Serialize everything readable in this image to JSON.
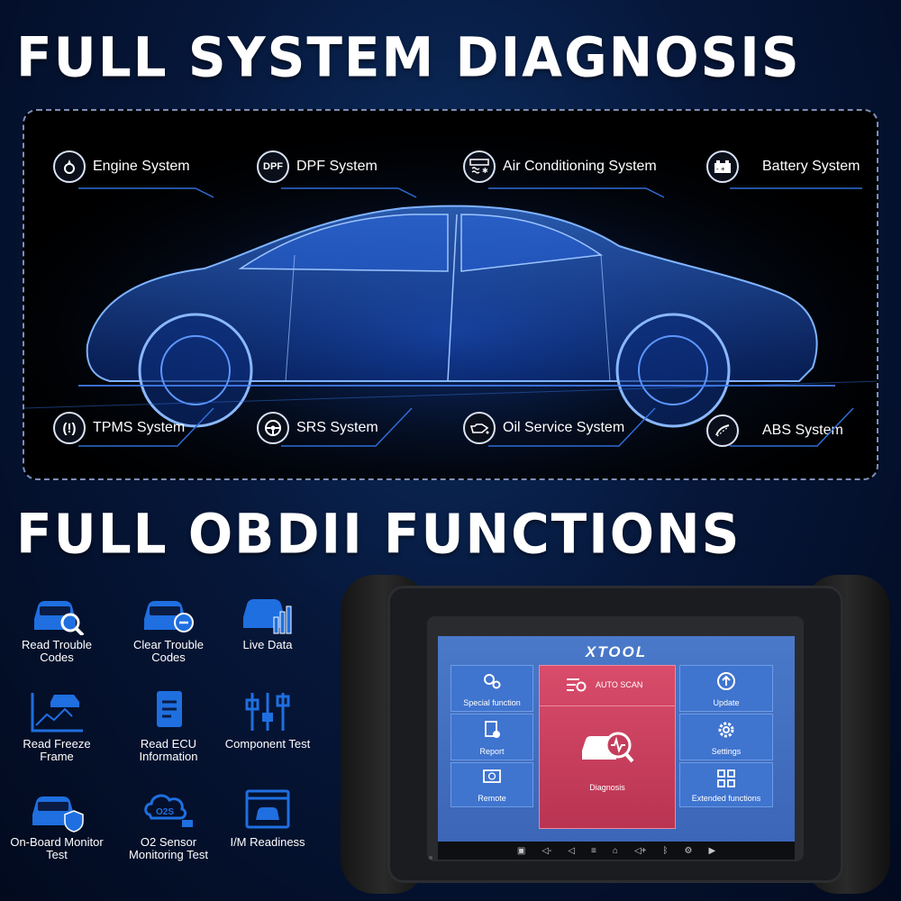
{
  "headline_top": "FULL SYSTEM DIAGNOSIS",
  "headline_bottom": "FULL OBDII FUNCTIONS",
  "systems_top": [
    {
      "label": "Engine System",
      "icon": "engine-icon"
    },
    {
      "label": "DPF System",
      "icon": "dpf-icon",
      "icon_text": "DPF"
    },
    {
      "label": "Air Conditioning System",
      "icon": "air-conditioning-icon"
    },
    {
      "label": "Battery System",
      "icon": "battery-icon"
    }
  ],
  "systems_bottom": [
    {
      "label": "TPMS System",
      "icon": "tpms-icon"
    },
    {
      "label": "SRS System",
      "icon": "steering-wheel-icon"
    },
    {
      "label": "Oil Service System",
      "icon": "oil-can-icon"
    },
    {
      "label": "ABS System",
      "icon": "abs-icon"
    }
  ],
  "functions": [
    {
      "label": "Read Trouble Codes",
      "icon": "car-search-icon"
    },
    {
      "label": "Clear Trouble Codes",
      "icon": "car-clear-icon"
    },
    {
      "label": "Live Data",
      "icon": "live-data-icon"
    },
    {
      "label": "Read Freeze Frame",
      "icon": "freeze-frame-icon"
    },
    {
      "label": "Read ECU Information",
      "icon": "ecu-info-icon"
    },
    {
      "label": "Component Test",
      "icon": "component-test-icon"
    },
    {
      "label": "On-Board Monitor Test",
      "icon": "car-shield-icon"
    },
    {
      "label": "O2 Sensor Monitoring Test",
      "icon": "o2-sensor-icon",
      "icon_text": "O2S"
    },
    {
      "label": "I/M Readiness",
      "icon": "im-readiness-icon"
    }
  ],
  "device": {
    "logo": "XTOOL",
    "tiles_left": [
      {
        "label": "Special function",
        "icon": "gears-icon"
      },
      {
        "label": "Report",
        "icon": "report-icon"
      },
      {
        "label": "Remote",
        "icon": "remote-icon"
      }
    ],
    "center": {
      "auto_scan": "AUTO SCAN",
      "diagnosis": "Diagnosis"
    },
    "tiles_right": [
      {
        "label": "Update",
        "icon": "update-icon"
      },
      {
        "label": "Settings",
        "icon": "settings-icon"
      },
      {
        "label": "Extended functions",
        "icon": "grid-icon"
      }
    ]
  },
  "colors": {
    "accent": "#2f6dd6",
    "icon_blue": "#1f6fe0",
    "tile_red": "#c53d5c"
  }
}
